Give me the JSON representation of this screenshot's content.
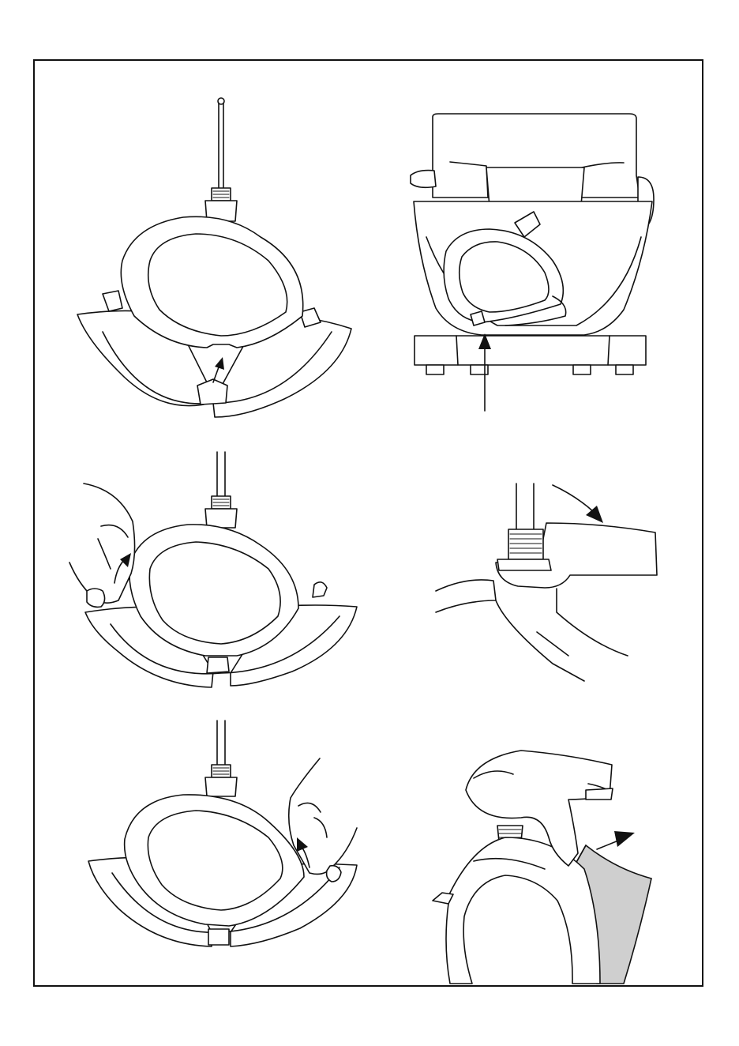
{
  "figure": {
    "panel_count": 6,
    "colors": {
      "line": "#111111",
      "background": "#ffffff",
      "scraper_highlight": "#cfcfcf",
      "frame": "#111111"
    },
    "panels": [
      {
        "id": "mount-scraper-on-beater",
        "icons": [
          "beater-icon",
          "scraper-ring-icon",
          "push-up-arrow-icon"
        ]
      },
      {
        "id": "beater-in-mixer-bowl",
        "icons": [
          "mixer-head-icon",
          "mixer-bowl-icon",
          "beater-icon",
          "insert-arrow-icon"
        ]
      },
      {
        "id": "clip-scraper-left-hand",
        "icons": [
          "hand-icon",
          "beater-icon",
          "scraper-ring-icon",
          "curved-arrow-icon"
        ]
      },
      {
        "id": "tighten-nut-with-spanner",
        "icons": [
          "spanner-icon",
          "nut-icon",
          "rotate-arrow-icon"
        ]
      },
      {
        "id": "clip-scraper-right-hand",
        "icons": [
          "hand-icon",
          "beater-icon",
          "scraper-ring-icon",
          "curved-arrow-icon"
        ]
      },
      {
        "id": "pull-scraper-off",
        "icons": [
          "thumb-icon",
          "beater-icon",
          "scraper-blade-icon",
          "pull-arrow-icon"
        ]
      }
    ]
  }
}
